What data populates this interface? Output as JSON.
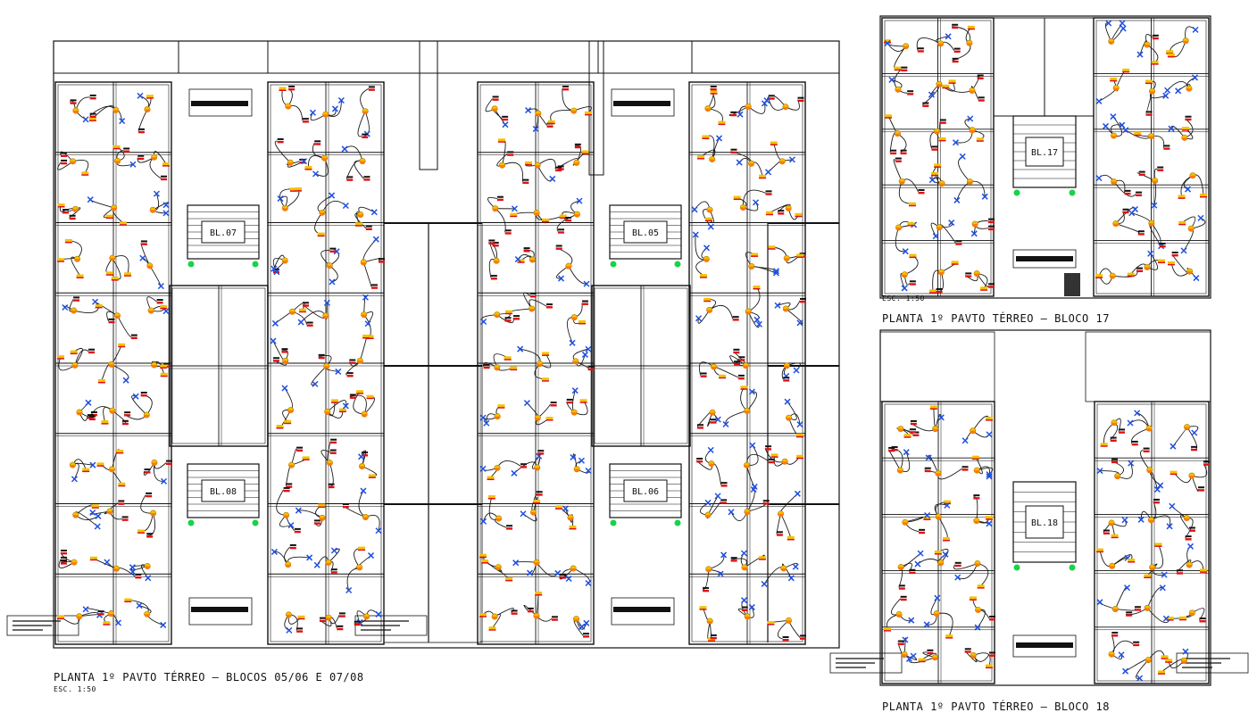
{
  "sheets": [
    {
      "id": "blocos-05-06-07-08",
      "title": "PLANTA 1º PAVTO TÉRREO – BLOCOS 05/06 E 07/08",
      "scale": "ESC. 1:50",
      "blocks": [
        "BL.07",
        "BL.05",
        "BL.08",
        "BL.06"
      ]
    },
    {
      "id": "bloco-17",
      "title": "PLANTA 1º PAVTO TÉRREO – BLOCO 17",
      "scale": "ESC. 1:50",
      "blocks": [
        "BL.17"
      ]
    },
    {
      "id": "bloco-18",
      "title": "PLANTA 1º PAVTO TÉRREO – BLOCO 18",
      "scale": "",
      "blocks": [
        "BL.18"
      ]
    }
  ],
  "colors": {
    "line": "#111111",
    "wiring": "#1a1a1a",
    "switch_blue": "#1f4fe0",
    "fixture_yellow": "#f2c200",
    "outlet_orange": "#ff7a00",
    "marker_red": "#e01010",
    "marker_green": "#19d24a",
    "marker_magenta": "#c010c0"
  }
}
